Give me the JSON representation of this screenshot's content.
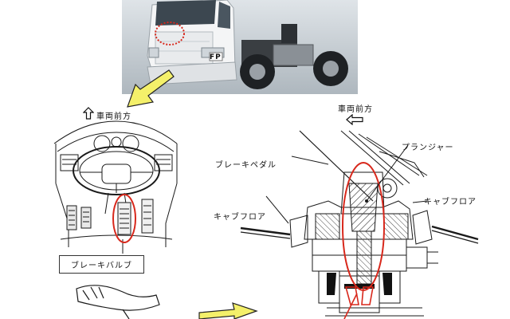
{
  "labels": {
    "vehicle_front_left": "車両前方",
    "vehicle_front_right": "車両前方",
    "plunger": "プランジャー",
    "brake_pedal": "ブレーキペダル",
    "cab_floor_right": "キャブフロア",
    "cab_floor_left": "キャブフロア",
    "brake_valve": "ブレーキバルブ",
    "truck_badge": "FP"
  },
  "colors": {
    "highlight": "#d8281c",
    "arrow_fill": "#f4f06a",
    "line": "#1a1a1a",
    "photo_bg": "#cfd6dc"
  },
  "icons": {
    "arrow_up": "up-arrow-icon",
    "arrow_left": "left-arrow-icon"
  }
}
